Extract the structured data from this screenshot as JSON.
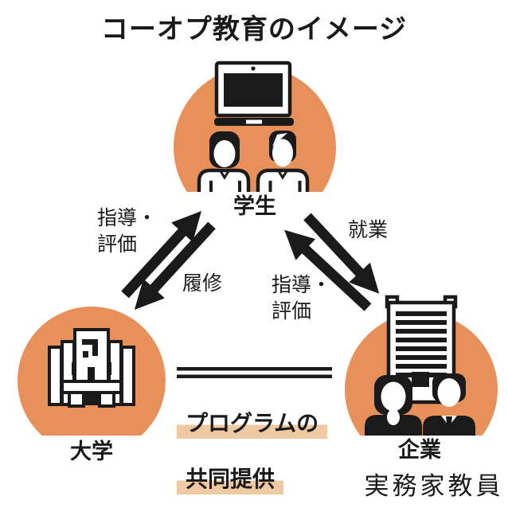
{
  "title": "コーオプ教育のイメージ",
  "nodes": {
    "students": {
      "label": "学生",
      "icon": "laptop-and-two-students-icon"
    },
    "university": {
      "label": "大学",
      "icon": "university-building-icon"
    },
    "company": {
      "label": "企業",
      "sublabel": "実務家教員",
      "icon": "office-building-and-two-staff-icon"
    }
  },
  "edges": {
    "university_to_students": {
      "label": "指導・\n評価",
      "direction": "up-toward-students"
    },
    "students_to_university": {
      "label": "履修",
      "direction": "down-toward-university"
    },
    "students_to_company": {
      "label": "就業",
      "direction": "down-toward-company"
    },
    "company_to_students": {
      "label": "指導・\n評価",
      "direction": "up-toward-students"
    },
    "university_company": {
      "label_line1": "プログラムの",
      "label_line2": "共同提供",
      "style": "double-line"
    }
  },
  "colors": {
    "circle_fill": "#e8905a",
    "highlight": "#efc9a1",
    "ink": "#1a1a1a",
    "background": "#ffffff"
  }
}
